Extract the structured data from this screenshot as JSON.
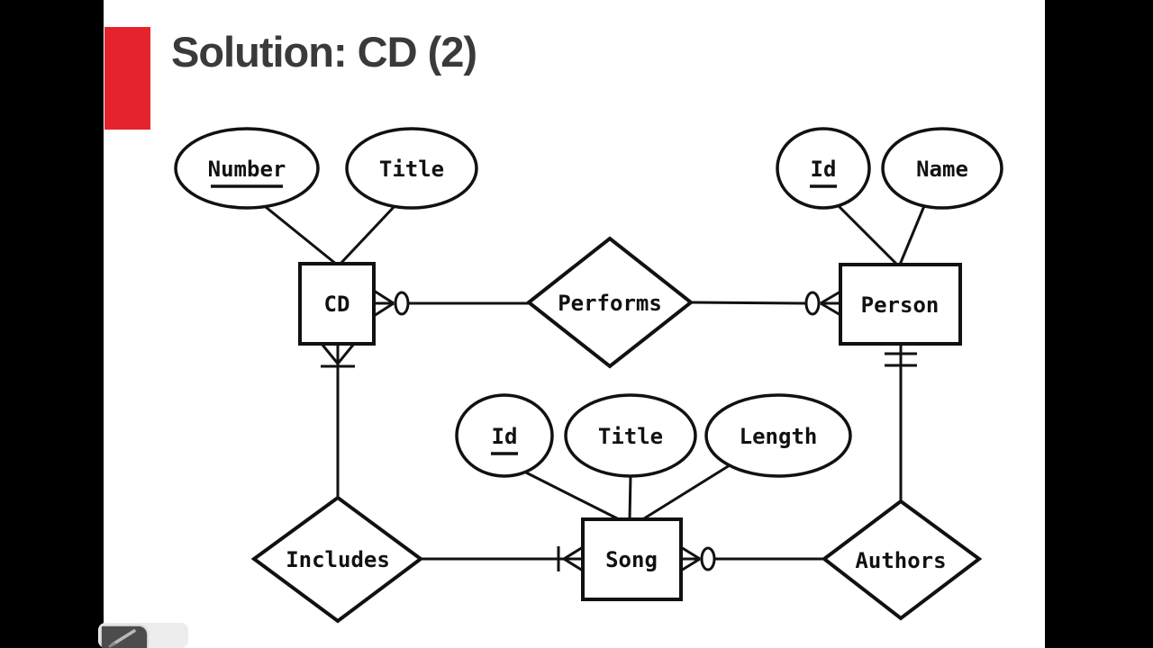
{
  "slide": {
    "title": "Solution: CD (2)"
  },
  "colors": {
    "letterbox": "#000000",
    "slide_background": "#ffffff",
    "accent": "#e5232d",
    "title_text": "#3a3a3a",
    "ink": "#111111"
  },
  "diagram": {
    "entities": [
      {
        "label": "CD"
      },
      {
        "label": "Person"
      },
      {
        "label": "Song"
      }
    ],
    "relationships": [
      {
        "label": "Performs",
        "between": [
          "CD",
          "Person"
        ]
      },
      {
        "label": "Includes",
        "between": [
          "CD",
          "Song"
        ]
      },
      {
        "label": "Authors",
        "between": [
          "Person",
          "Song"
        ]
      }
    ],
    "attributes": [
      {
        "label": "Number",
        "entity": "CD",
        "is_key": true
      },
      {
        "label": "Title",
        "entity": "CD",
        "is_key": false
      },
      {
        "label": "Id",
        "entity": "Person",
        "is_key": true
      },
      {
        "label": "Name",
        "entity": "Person",
        "is_key": false
      },
      {
        "label": "Id",
        "entity": "Song",
        "is_key": true
      },
      {
        "label": "Title",
        "entity": "Song",
        "is_key": false
      },
      {
        "label": "Length",
        "entity": "Song",
        "is_key": false
      }
    ],
    "cardinality_symbols": [
      {
        "end": "CD-Performs",
        "symbol": "zero-or-many-icon"
      },
      {
        "end": "Person-Performs",
        "symbol": "zero-or-many-icon"
      },
      {
        "end": "CD-Includes",
        "symbol": "one-or-many-icon"
      },
      {
        "end": "Song-Includes",
        "symbol": "one-or-many-icon"
      },
      {
        "end": "Person-Authors",
        "symbol": "one-and-only-one-icon"
      },
      {
        "end": "Song-Authors",
        "symbol": "zero-or-many-icon"
      }
    ]
  },
  "player": {
    "tool_icon": "pencil-icon"
  }
}
